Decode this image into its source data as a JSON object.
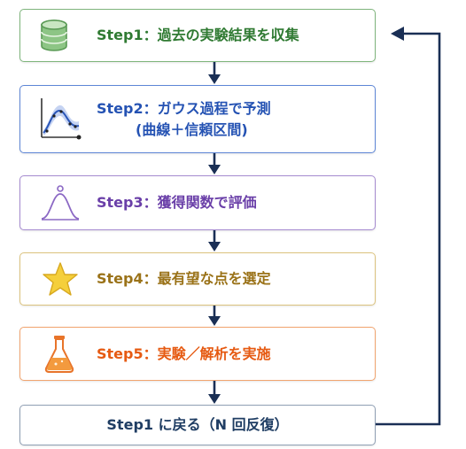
{
  "steps": [
    {
      "label": "Step1：過去の実験結果を収集",
      "icon": "database-icon"
    },
    {
      "label": "Step2：ガウス過程で予測",
      "label_line2": "(曲線＋信頼区間)",
      "icon": "gaussian-process-chart-icon"
    },
    {
      "label": "Step3：獲得関数で評価",
      "icon": "bell-curve-icon"
    },
    {
      "label": "Step4：最有望な点を選定",
      "icon": "star-icon"
    },
    {
      "label": "Step5：実験／解析を実施",
      "icon": "flask-icon"
    }
  ],
  "loop": {
    "label": "Step1 に戻る（N 回反復）"
  },
  "colors": {
    "step1": "#2f7a32",
    "step2": "#2452b3",
    "step3": "#6a3fa8",
    "step4": "#9a7218",
    "step5": "#e65a12",
    "loop": "#1f3d63",
    "arrow": "#1a2f55"
  }
}
